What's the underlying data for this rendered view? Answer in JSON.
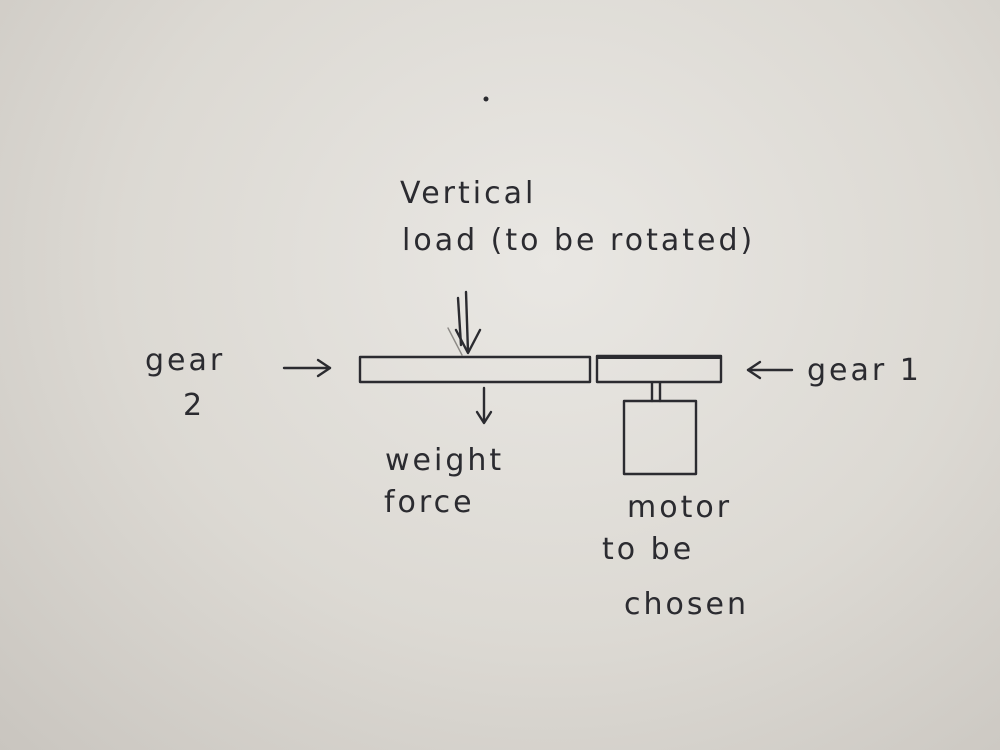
{
  "labels": {
    "vertical_load_line1": "Vertical",
    "vertical_load_line2": "load (to be rotated)",
    "gear2_line1": "gear",
    "gear2_line2": "2",
    "gear1": "gear 1",
    "weight_force_line1": "weight",
    "weight_force_line2": "force",
    "motor_line1": "motor",
    "motor_line2": "to be",
    "motor_line3": "chosen"
  },
  "colors": {
    "ink": "#2b2b30",
    "paper": "#e2e0dc"
  }
}
